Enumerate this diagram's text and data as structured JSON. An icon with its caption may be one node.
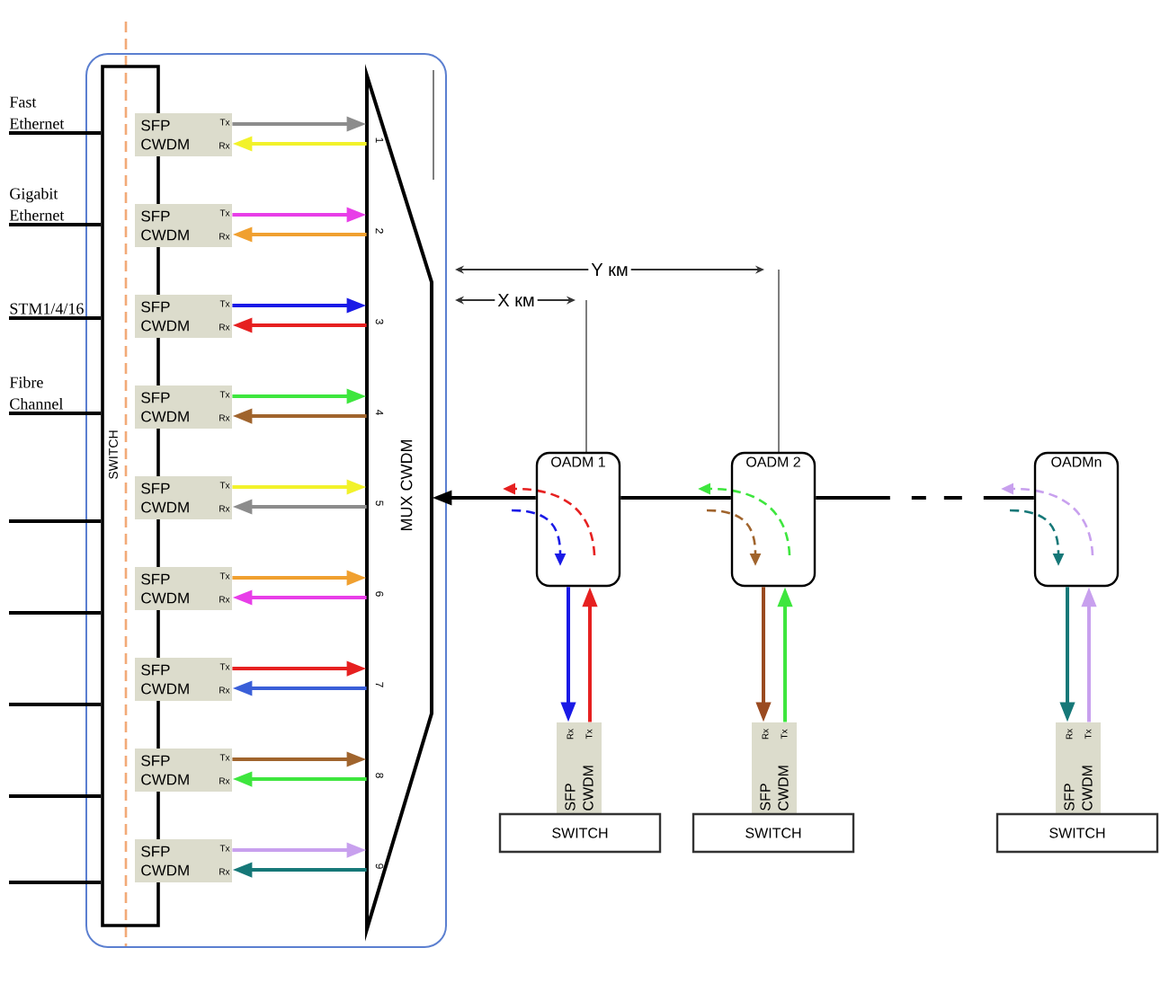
{
  "diagram": {
    "nodes": [
      {
        "text": [
          "Fast Ethernet"
        ]
      },
      {
        "text": [
          "Gigabit Ethernet"
        ]
      },
      {
        "text": [
          "STM1/4/16"
        ]
      },
      {
        "text": [
          "Fibre Channel"
        ]
      },
      {
        "text": [],
        "shape": "box"
      },
      {
        "text": [
          "SWITCH"
        ],
        "in": 4
      },
      {
        "text": [
          "SFP CWDM",
          "Tx",
          "Rx"
        ],
        "in": 4
      },
      {
        "text": [
          "SFP CWDM",
          "Tx",
          "Rx"
        ],
        "in": 4
      },
      {
        "text": [
          "SFP CWDM",
          "Tx",
          "Rx"
        ],
        "in": 4
      },
      {
        "text": [
          "SFP CWDM",
          "Tx",
          "Rx"
        ],
        "in": 4
      },
      {
        "text": [
          "SFP CWDM",
          "Tx",
          "Rx"
        ],
        "in": 4
      },
      {
        "text": [
          "SFP CWDM",
          "Tx",
          "Rx"
        ],
        "in": 4
      },
      {
        "text": [
          "SFP CWDM",
          "Tx",
          "Rx"
        ],
        "in": 4
      },
      {
        "text": [
          "SFP CWDM",
          "Tx",
          "Rx"
        ],
        "in": 4
      },
      {
        "text": [
          "SFP CWDM",
          "Tx",
          "Rx"
        ],
        "in": 4
      },
      {
        "text": [
          "MUX CWDM",
          "1",
          "2",
          "3",
          "4",
          "5",
          "6",
          "7",
          "8",
          "9"
        ],
        "in": 4
      },
      {
        "text": [
          "OADM 1"
        ]
      },
      {
        "text": [
          "OADM 2"
        ]
      },
      {
        "text": [
          "OADMn"
        ]
      },
      {
        "text": [
          "SFP CWDM",
          "Rx",
          "Tx"
        ]
      },
      {
        "text": [
          "SFP CWDM",
          "Rx",
          "Tx"
        ]
      },
      {
        "text": [
          "SFP CWDM",
          "Rx",
          "Tx"
        ]
      },
      {
        "text": [
          "SWITCH"
        ]
      },
      {
        "text": [
          "SWITCH"
        ]
      },
      {
        "text": [
          "SWITCH"
        ]
      }
    ],
    "edges": [
      {
        "from": 0,
        "to": 5,
        "arrow": "none"
      },
      {
        "from": 1,
        "to": 5,
        "arrow": "none"
      },
      {
        "from": 2,
        "to": 5,
        "arrow": "none"
      },
      {
        "from": 3,
        "to": 5,
        "arrow": "none"
      },
      {
        "from": null,
        "to": 5,
        "arrow": "none"
      },
      {
        "from": null,
        "to": 5,
        "arrow": "none"
      },
      {
        "from": null,
        "to": 5,
        "arrow": "none"
      },
      {
        "from": null,
        "to": 5,
        "arrow": "none"
      },
      {
        "from": null,
        "to": 5,
        "arrow": "none"
      },
      {
        "from": 6,
        "to": 15,
        "arrow": "to",
        "color": "#8c8c8c"
      },
      {
        "from": 15,
        "to": 6,
        "arrow": "to",
        "color": "#f2f22a"
      },
      {
        "from": 7,
        "to": 15,
        "arrow": "to",
        "color": "#e83ee8"
      },
      {
        "from": 15,
        "to": 7,
        "arrow": "to",
        "color": "#f0a030"
      },
      {
        "from": 8,
        "to": 15,
        "arrow": "to",
        "color": "#1a1ae6"
      },
      {
        "from": 15,
        "to": 8,
        "arrow": "to",
        "color": "#e62020"
      },
      {
        "from": 9,
        "to": 15,
        "arrow": "to",
        "color": "#3ee63e"
      },
      {
        "from": 15,
        "to": 9,
        "arrow": "to",
        "color": "#a0642d"
      },
      {
        "from": 10,
        "to": 15,
        "arrow": "to",
        "color": "#f2f22a"
      },
      {
        "from": 15,
        "to": 10,
        "arrow": "to",
        "color": "#8c8c8c"
      },
      {
        "from": 11,
        "to": 15,
        "arrow": "to",
        "color": "#f0a030"
      },
      {
        "from": 15,
        "to": 11,
        "arrow": "to",
        "color": "#e83ee8"
      },
      {
        "from": 12,
        "to": 15,
        "arrow": "to",
        "color": "#e62020"
      },
      {
        "from": 15,
        "to": 12,
        "arrow": "to",
        "color": "#3a5fd8"
      },
      {
        "from": 13,
        "to": 15,
        "arrow": "to",
        "color": "#a0642d"
      },
      {
        "from": 15,
        "to": 13,
        "arrow": "to",
        "color": "#3ee63e"
      },
      {
        "from": 14,
        "to": 15,
        "arrow": "to",
        "color": "#c8a0ee"
      },
      {
        "from": 15,
        "to": 14,
        "arrow": "to",
        "color": "#167878"
      },
      {
        "from": 16,
        "to": 15,
        "arrow": "to"
      },
      {
        "from": 17,
        "to": 16,
        "arrow": "none"
      },
      {
        "from": 18,
        "to": 17,
        "arrow": "none",
        "style": "dashed"
      },
      {
        "from": 16,
        "to": 19,
        "arrow": "to",
        "color": "#1a1ae6"
      },
      {
        "from": 19,
        "to": 16,
        "arrow": "to",
        "color": "#e62020"
      },
      {
        "from": 17,
        "to": 20,
        "arrow": "to",
        "color": "#9a4a20"
      },
      {
        "from": 20,
        "to": 17,
        "arrow": "to",
        "color": "#3ee63e"
      },
      {
        "from": 18,
        "to": 21,
        "arrow": "to",
        "color": "#167878"
      },
      {
        "from": 21,
        "to": 18,
        "arrow": "to",
        "color": "#c8a0ee"
      }
    ],
    "labels": [
      "Y км",
      "X км"
    ]
  }
}
